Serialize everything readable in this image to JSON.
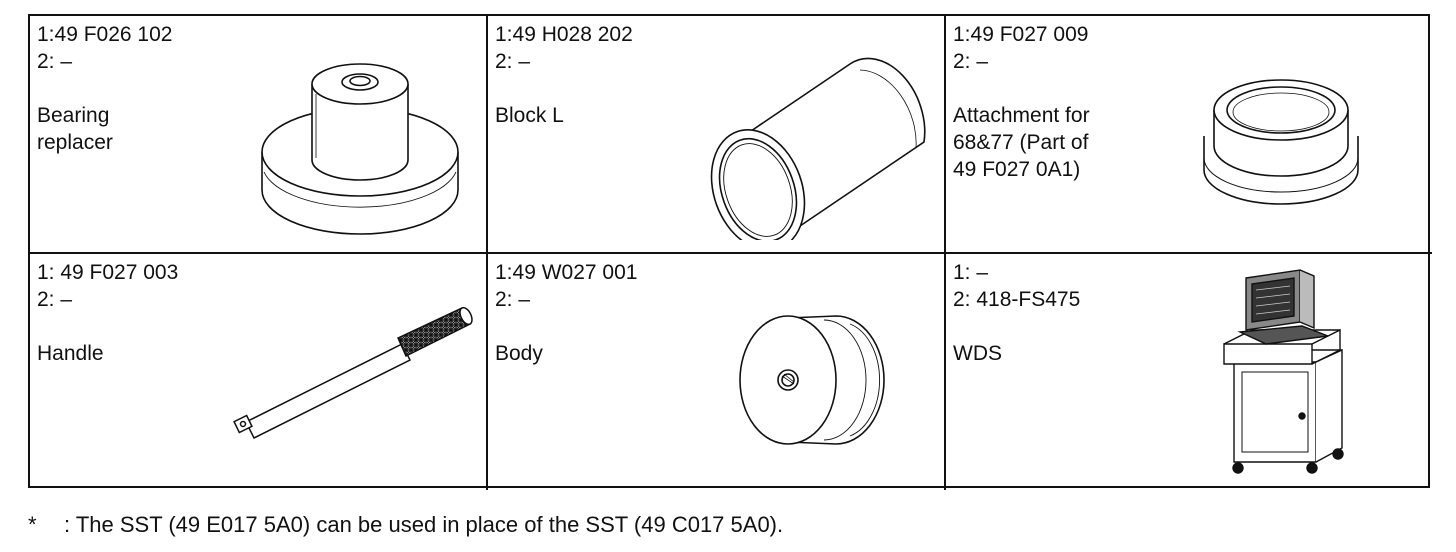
{
  "tools": [
    {
      "code1": "1:49 F026 102",
      "code2": "2: –",
      "name": "Bearing\nreplacer",
      "icon": "bearing-replacer-icon"
    },
    {
      "code1": "1:49 H028 202",
      "code2": "2: –",
      "name": "Block L",
      "icon": "block-l-icon"
    },
    {
      "code1": "1:49 F027 009",
      "code2": "2: –",
      "name": "Attachment for\n68&77 (Part of\n49 F027 0A1)",
      "icon": "attachment-icon"
    },
    {
      "code1": "1: 49 F027 003",
      "code2": "2: –",
      "name": "Handle",
      "icon": "handle-icon"
    },
    {
      "code1": "1:49 W027 001",
      "code2": "2: –",
      "name": "Body",
      "icon": "body-icon"
    },
    {
      "code1": "1: –",
      "code2": "2: 418-FS475",
      "name": "WDS",
      "icon": "wds-cart-icon"
    }
  ],
  "footnote": {
    "marker": "*",
    "text": ": The SST (49 E017 5A0) can be used in place of the SST (49 C017 5A0)."
  }
}
